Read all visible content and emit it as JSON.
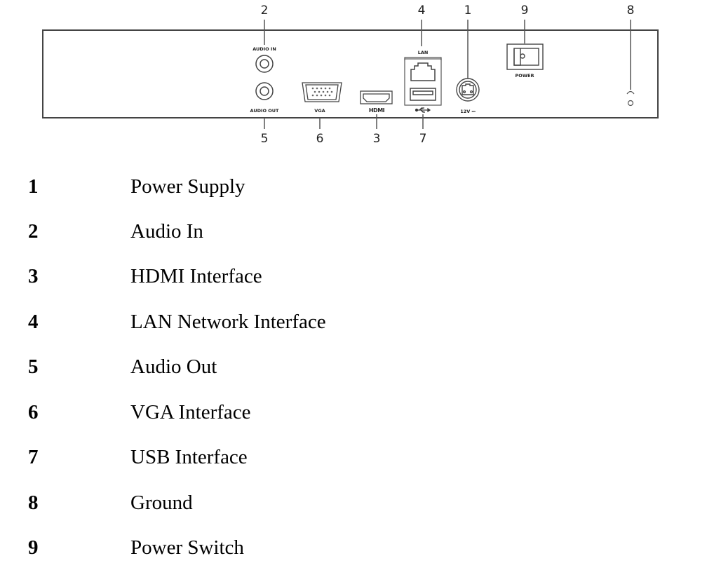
{
  "diagram": {
    "title": "Rear Panel",
    "port_labels": {
      "audio_in": "AUDIO IN",
      "audio_out": "AUDIO OUT",
      "vga": "VGA",
      "hdmi": "HDMI",
      "lan": "LAN",
      "power_input": "12V ⎓",
      "power_switch": "POWER"
    },
    "callouts": {
      "power_supply": "1",
      "audio_in": "2",
      "hdmi": "3",
      "lan": "4",
      "audio_out": "5",
      "vga": "6",
      "usb": "7",
      "ground": "8",
      "power_switch": "9"
    }
  },
  "legend": {
    "items": [
      {
        "number": "1",
        "label": "Power Supply"
      },
      {
        "number": "2",
        "label": "Audio In"
      },
      {
        "number": "3",
        "label": "HDMI Interface"
      },
      {
        "number": "4",
        "label": "LAN Network Interface"
      },
      {
        "number": "5",
        "label": "Audio Out"
      },
      {
        "number": "6",
        "label": "VGA Interface"
      },
      {
        "number": "7",
        "label": "USB Interface"
      },
      {
        "number": "8",
        "label": "Ground"
      },
      {
        "number": "9",
        "label": "Power Switch"
      }
    ]
  }
}
